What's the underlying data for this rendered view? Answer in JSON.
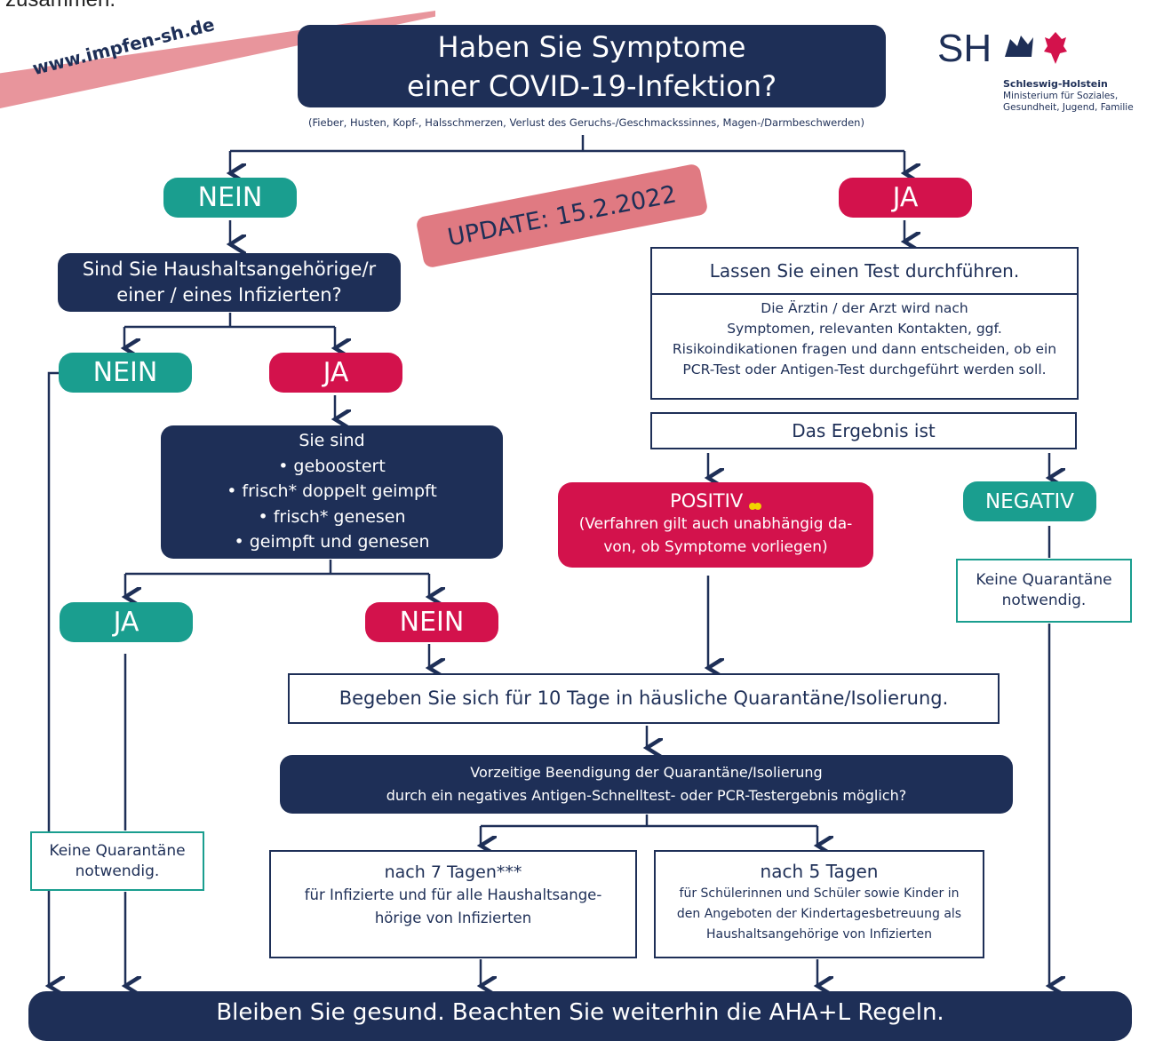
{
  "top_fragment": "zusammen.",
  "banner": {
    "text": "www.impfen-sh.de"
  },
  "logo": {
    "letters": "SH",
    "state": "Schleswig-Holstein",
    "ministry_line1": "Ministerium für Soziales,",
    "ministry_line2": "Gesundheit, Jugend, Familie"
  },
  "title": "Haben Sie Symptome\neiner COVID-19-Infektion?",
  "subtitle": "(Fieber, Husten, Kopf-, Halsschmerzen, Verlust des Geruchs-/Geschmackssinnes, Magen-/Darmbeschwerden)",
  "update_stamp": "UPDATE: 15.2.2022",
  "left": {
    "nein": "NEIN",
    "household_question": "Sind Sie Haushaltsangehörige/r\neiner / eines Infizierten?",
    "hh_nein": "NEIN",
    "hh_ja": "JA",
    "status_box": "Sie sind\n• geboostert\n• frisch* doppelt geimpft\n• frisch* genesen\n• geimpft und genesen",
    "status_ja": "JA",
    "status_nein": "NEIN",
    "no_quarantine": "Keine Quarantäne\nnotwendig."
  },
  "right": {
    "ja": "JA",
    "test_title": "Lassen Sie einen Test durchführen.",
    "test_text": "Die Ärztin / der Arzt wird nach\nSymptomen, relevanten Kontakten, ggf.\nRisikoindikationen fragen und dann entscheiden, ob ein\nPCR-Test oder Antigen-Test durchgeführt werden soll.",
    "result": "Das Ergebnis ist",
    "positiv": "POSITIV",
    "positiv_note": "(Verfahren gilt auch unabhängig da-\nvon, ob Symptome vorliegen)",
    "negativ": "NEGATIV",
    "no_quarantine": "Keine Quarantäne\nnotwendig."
  },
  "quarantine": "Begeben Sie sich für 10 Tage in häusliche Quarantäne/Isolierung.",
  "early_end": "Vorzeitige Beendigung der Quarantäne/Isolierung\ndurch ein negatives Antigen-Schnelltest- oder PCR-Testergebnis möglich?",
  "after7": {
    "title": "nach 7 Tagen***",
    "text": "für Infizierte und für alle Haushaltsange-\nhörige von Infizierten"
  },
  "after5": {
    "title": "nach 5 Tagen",
    "text": "für Schülerinnen und Schüler sowie Kinder in\nden Angeboten der Kindertagesbetreuung als\nHaushaltsangehörige von Infizierten"
  },
  "footer": "Bleiben Sie gesund. Beachten Sie weiterhin die AHA+L Regeln.",
  "colors": {
    "navy": "#1e2f57",
    "teal": "#1a9e8f",
    "crimson": "#d3124c",
    "banner": "#e8959c",
    "stamp": "#e07a82"
  }
}
